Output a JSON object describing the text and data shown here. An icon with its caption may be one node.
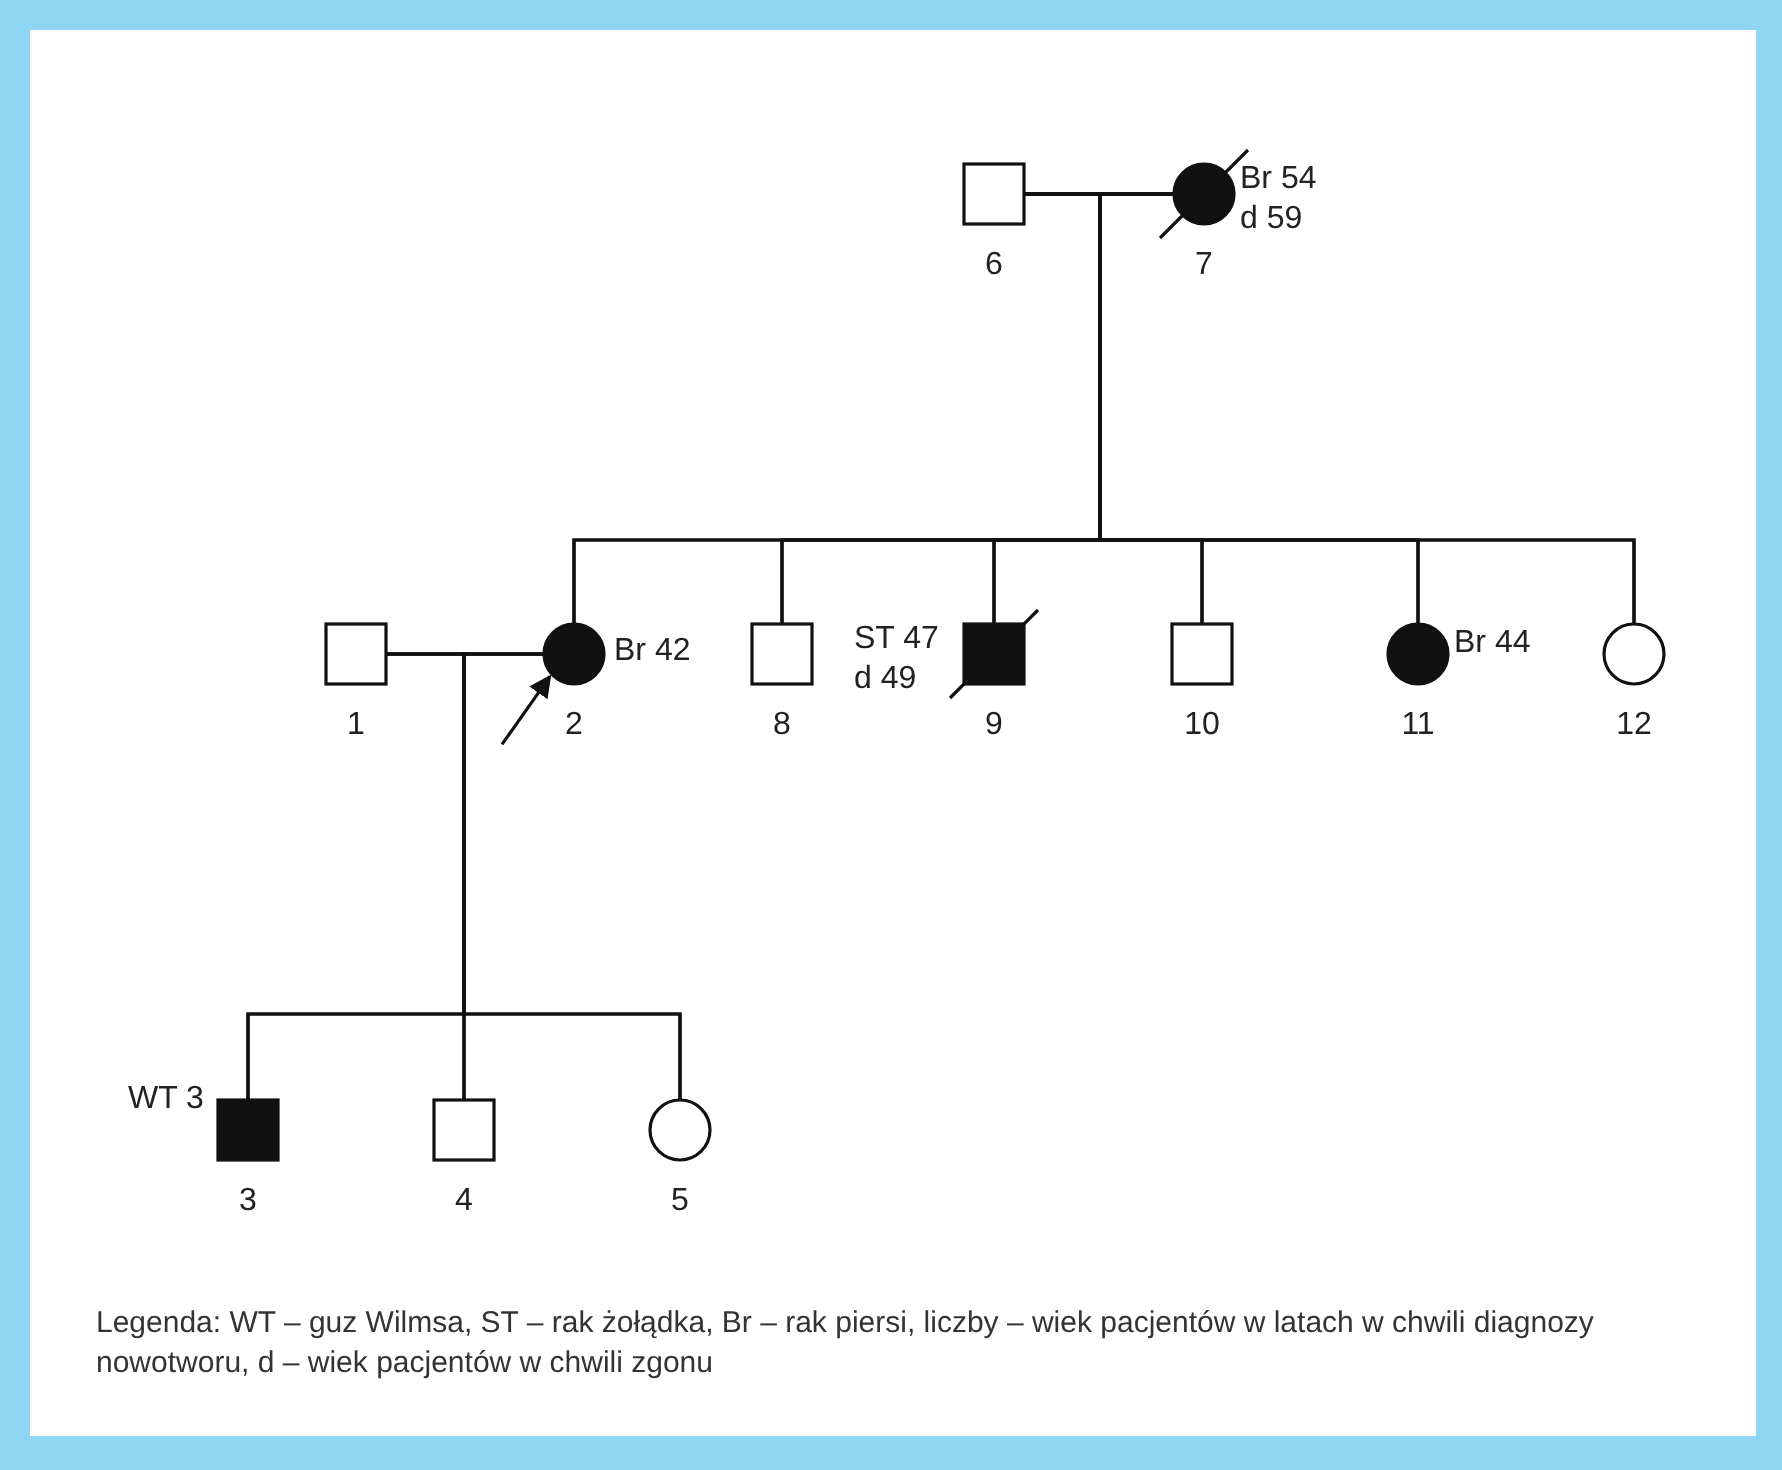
{
  "diagram": {
    "nodes": [
      {
        "text": [],
        "shape": "box",
        "beside": [
          "6"
        ]
      },
      {
        "text": [],
        "shape": "circle",
        "beside": [
          "Br 54",
          "d 59",
          "7"
        ]
      },
      {
        "text": [],
        "shape": "box",
        "beside": [
          "1"
        ]
      },
      {
        "text": [],
        "shape": "circle",
        "beside": [
          "Br 42",
          "2"
        ]
      },
      {
        "text": [],
        "shape": "box",
        "beside": [
          "8"
        ]
      },
      {
        "text": [],
        "shape": "box",
        "beside": [
          "ST 47",
          "d 49",
          "9"
        ]
      },
      {
        "text": [],
        "shape": "box",
        "beside": [
          "10"
        ]
      },
      {
        "text": [],
        "shape": "circle",
        "beside": [
          "Br 44",
          "11"
        ]
      },
      {
        "text": [],
        "shape": "circle",
        "beside": [
          "12"
        ]
      },
      {
        "text": [],
        "shape": "box",
        "beside": [
          "WT 3",
          "3"
        ]
      },
      {
        "text": [],
        "shape": "box",
        "beside": [
          "4"
        ]
      },
      {
        "text": [],
        "shape": "circle",
        "beside": [
          "5"
        ]
      }
    ],
    "edges": [
      {
        "from": 0,
        "to": 1,
        "arrow": "none"
      },
      {
        "from": 2,
        "to": 3,
        "arrow": "none"
      },
      {
        "from": 0,
        "to": 3,
        "arrow": "none"
      },
      {
        "from": 0,
        "to": 4,
        "arrow": "none"
      },
      {
        "from": 0,
        "to": 5,
        "arrow": "none"
      },
      {
        "from": 0,
        "to": 6,
        "arrow": "none"
      },
      {
        "from": 0,
        "to": 7,
        "arrow": "none"
      },
      {
        "from": 0,
        "to": 8,
        "arrow": "none"
      },
      {
        "from": 1,
        "to": 3,
        "arrow": "none"
      },
      {
        "from": 1,
        "to": 4,
        "arrow": "none"
      },
      {
        "from": 1,
        "to": 5,
        "arrow": "none"
      },
      {
        "from": 1,
        "to": 6,
        "arrow": "none"
      },
      {
        "from": 1,
        "to": 7,
        "arrow": "none"
      },
      {
        "from": 1,
        "to": 8,
        "arrow": "none"
      },
      {
        "from": 2,
        "to": 9,
        "arrow": "none"
      },
      {
        "from": 2,
        "to": 10,
        "arrow": "none"
      },
      {
        "from": 2,
        "to": 11,
        "arrow": "none"
      },
      {
        "from": 3,
        "to": 9,
        "arrow": "none"
      },
      {
        "from": 3,
        "to": 10,
        "arrow": "none"
      },
      {
        "from": 3,
        "to": 11,
        "arrow": "none"
      },
      {
        "from": null,
        "to": 3,
        "arrow": "to"
      }
    ],
    "labels": [
      "Legenda: WT – guz Wilmsa, ST – rak żołądka, Br – rak piersi, liczby – wiek pacjentów w latach w chwili diagnozy nowotworu, d – wiek pacjentów w chwili zgonu"
    ]
  }
}
